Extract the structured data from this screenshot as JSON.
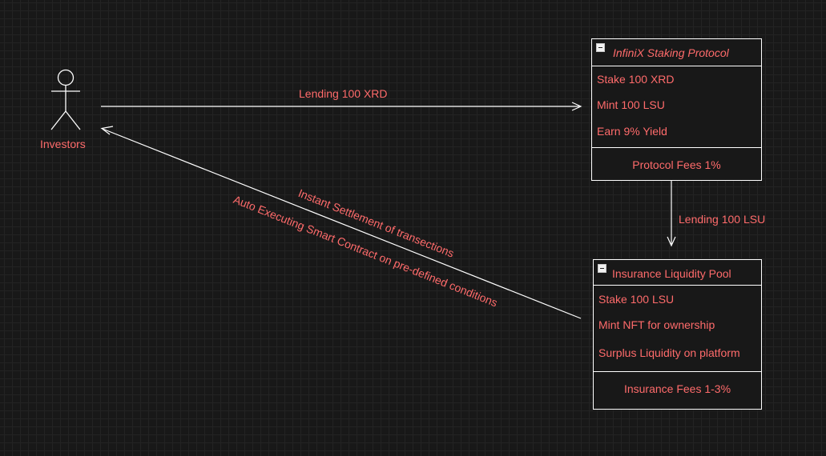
{
  "actor": {
    "label": "Investors"
  },
  "edges": {
    "lending_xrd": "Lending 100 XRD",
    "lending_lsu": "Lending 100 LSU",
    "return_line1": "Instant Settlement of transections",
    "return_line2": "Auto Executing Smart Contract on pre-defined conditions"
  },
  "staking_protocol": {
    "title": "InfiniX Staking Protocol",
    "attributes": [
      "Stake 100 XRD",
      "Mint 100 LSU",
      "Earn 9% Yield"
    ],
    "method": "Protocol Fees 1%"
  },
  "insurance_pool": {
    "title": "Insurance Liquidity Pool",
    "attributes": [
      "Stake 100 LSU",
      "Mint NFT for ownership",
      "Surplus Liquidity on platform"
    ],
    "method": "Insurance Fees 1-3%"
  },
  "colors": {
    "background": "#181818",
    "grid": "#2a2a2a",
    "stroke": "#ffffff",
    "text": "#ff6b6b"
  }
}
